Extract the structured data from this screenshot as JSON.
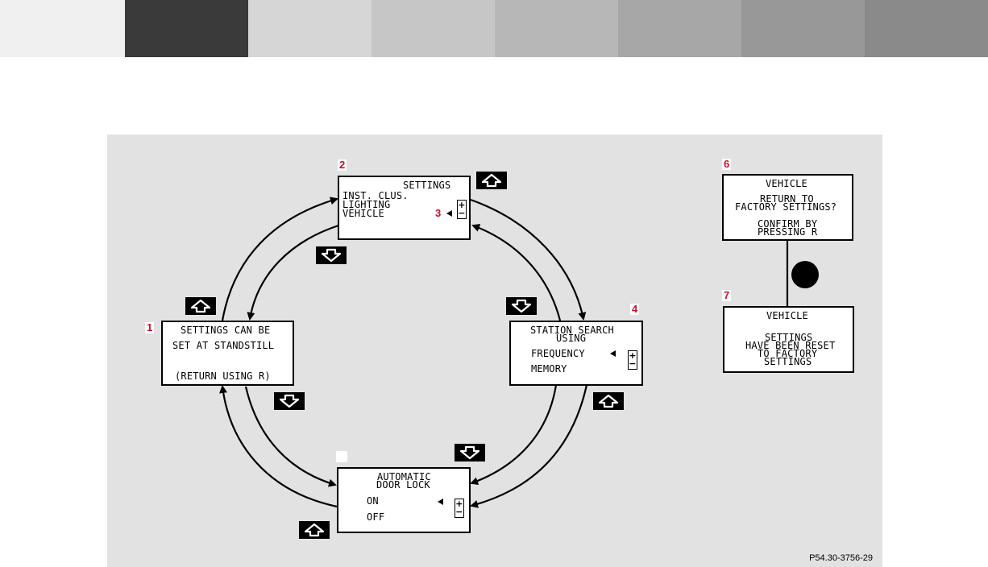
{
  "palette": [
    "#f0f0f0",
    "#3a3a3a",
    "#d6d6d6",
    "#c6c6c6",
    "#b7b7b7",
    "#a7a7a7",
    "#989898",
    "#8a8a8a"
  ],
  "labels": {
    "n1": "1",
    "n2": "2",
    "n3": "3",
    "n4": "4",
    "n6": "6",
    "n7": "7"
  },
  "screens": {
    "settings": {
      "title": "SETTINGS",
      "item1": "INST. CLUS.",
      "item2": "LIGHTING",
      "item3": "VEHICLE"
    },
    "standstill": {
      "line1": "SETTINGS CAN BE",
      "line2": "SET AT STANDSTILL",
      "line3": "(RETURN USING R)"
    },
    "station": {
      "title1": "STATION SEARCH",
      "title2": "USING",
      "opt1": "FREQUENCY",
      "opt2": "MEMORY"
    },
    "doorlock": {
      "title1": "AUTOMATIC",
      "title2": "DOOR LOCK",
      "opt1": "ON",
      "opt2": "OFF"
    },
    "factory": {
      "title": "VEHICLE",
      "l1": "RETURN TO",
      "l2": "FACTORY SETTINGS?",
      "l3": "CONFIRM BY",
      "l4": "PRESSING R"
    },
    "reset": {
      "title": "VEHICLE",
      "l1": "SETTINGS",
      "l2": "HAVE BEEN RESET",
      "l3": "TO FACTORY",
      "l4": "SETTINGS"
    }
  },
  "plus_minus": {
    "plus": "+",
    "minus": "−"
  },
  "reference": "P54.30-3756-29",
  "icons": [
    "up-arrow-icon",
    "down-arrow-icon",
    "selection-pointer-icon",
    "confirm-button-icon"
  ]
}
